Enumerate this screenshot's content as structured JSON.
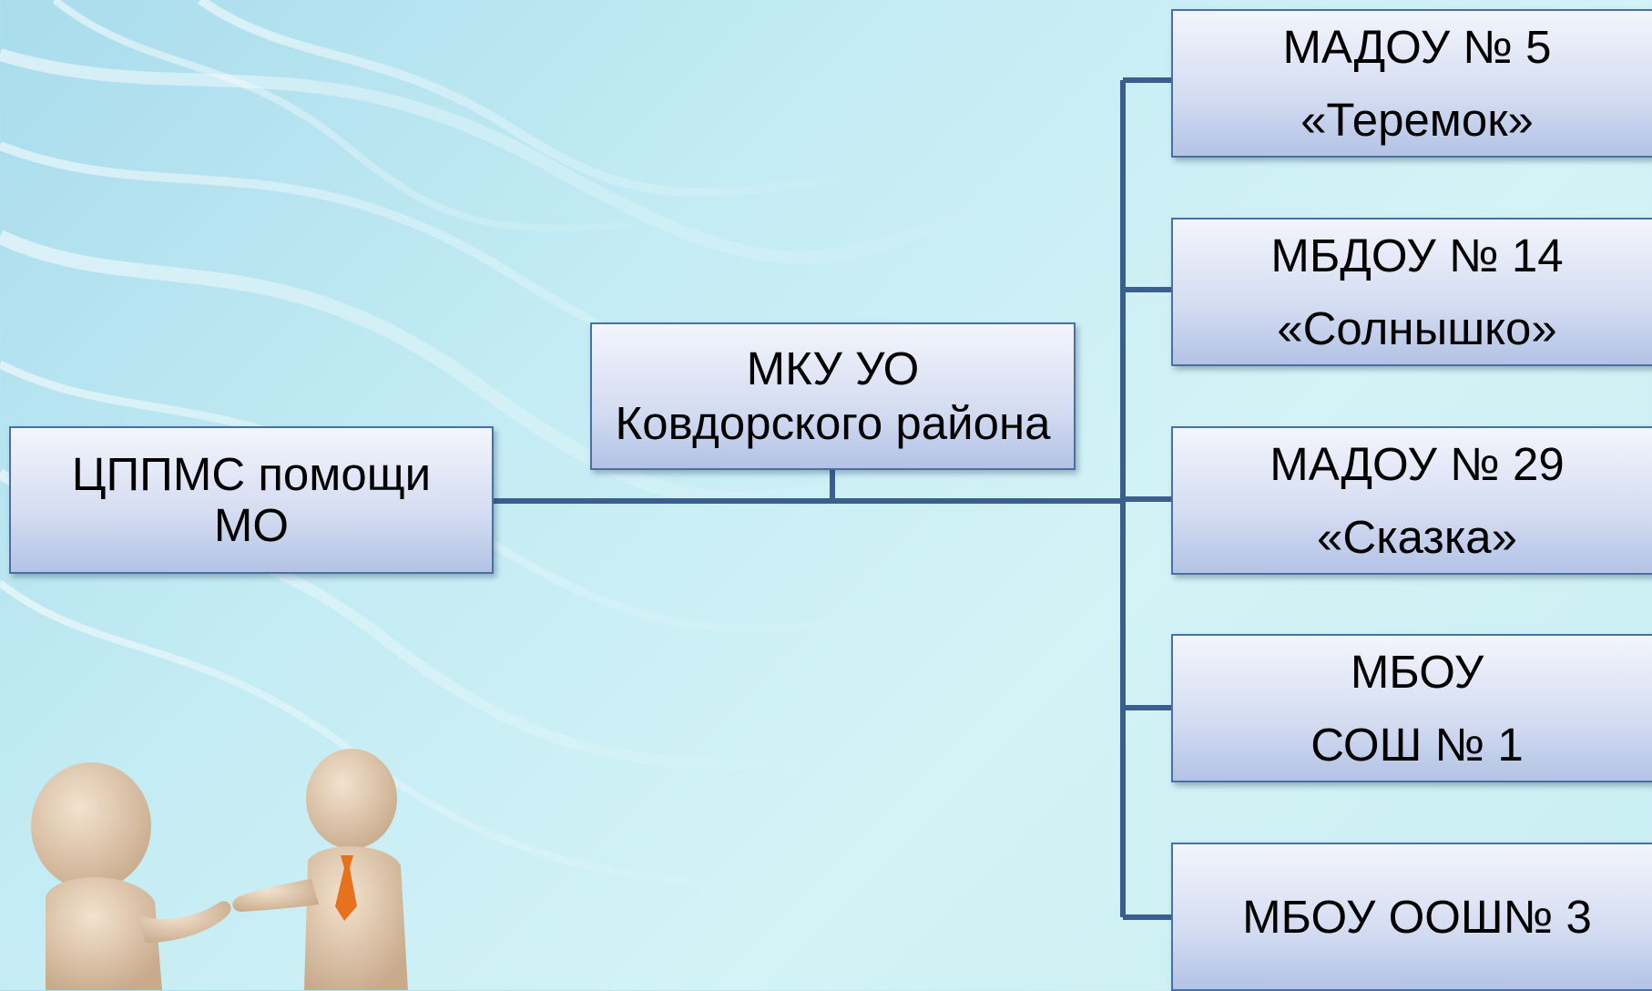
{
  "diagram": {
    "root": {
      "line1": "ЦППМС помощи",
      "line2": "МО"
    },
    "middle": {
      "line1": "МКУ УО",
      "line2": "Ковдорского района"
    },
    "branches": [
      {
        "line1": "МАДОУ № 5",
        "line2": "«Теремок»"
      },
      {
        "line1": "МБДОУ № 14",
        "line2": "«Солнышко»"
      },
      {
        "line1": "МАДОУ № 29",
        "line2": "«Сказка»"
      },
      {
        "line1": "МБОУ",
        "line2": "СОШ № 1"
      },
      {
        "line1": "МБОУ ООШ№ 3"
      }
    ],
    "colors": {
      "connector": "#3a5f8f",
      "box_border": "#4a6fa0",
      "tie": "#e8711d"
    }
  },
  "decoration": {
    "icon": "handshake-figures-icon"
  }
}
